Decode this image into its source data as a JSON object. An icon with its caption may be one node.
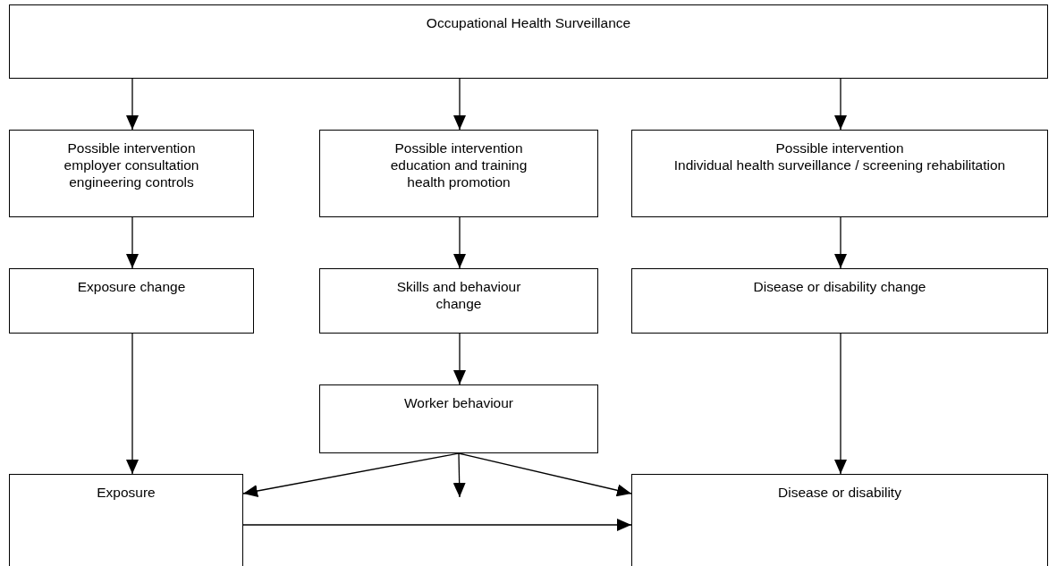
{
  "diagram": {
    "nodes": [
      {
        "text": [
          "Occupational Health Surveillance"
        ]
      },
      {
        "text": [
          "Possible intervention",
          "employer consultation engineering controls"
        ]
      },
      {
        "text": [
          "Possible intervention",
          "education and training health promotion"
        ]
      },
      {
        "text": [
          "Possible intervention",
          "Individual health surveillance / screening rehabilitation"
        ]
      },
      {
        "text": [
          "Exposure change"
        ]
      },
      {
        "text": [
          "Skills and behaviour change"
        ]
      },
      {
        "text": [
          "Disease or disability change"
        ]
      },
      {
        "text": [
          "Worker behaviour"
        ]
      },
      {
        "text": [
          "Exposure"
        ]
      },
      {
        "text": [
          "Disease or disability"
        ]
      }
    ],
    "edges": [
      {
        "from": 0,
        "to": 1,
        "arrow": "to"
      },
      {
        "from": 0,
        "to": 2,
        "arrow": "to"
      },
      {
        "from": 0,
        "to": 3,
        "arrow": "to"
      },
      {
        "from": 1,
        "to": 4,
        "arrow": "to"
      },
      {
        "from": 2,
        "to": 5,
        "arrow": "to"
      },
      {
        "from": 3,
        "to": 6,
        "arrow": "to"
      },
      {
        "from": 4,
        "to": 8,
        "arrow": "to"
      },
      {
        "from": 5,
        "to": 7,
        "arrow": "to"
      },
      {
        "from": 6,
        "to": 9,
        "arrow": "to"
      },
      {
        "from": 7,
        "to": 8,
        "arrow": "to"
      },
      {
        "from": 7,
        "to": null,
        "arrow": "to"
      },
      {
        "from": 7,
        "to": 9,
        "arrow": "to"
      },
      {
        "from": 8,
        "to": 9,
        "arrow": "to"
      }
    ]
  }
}
